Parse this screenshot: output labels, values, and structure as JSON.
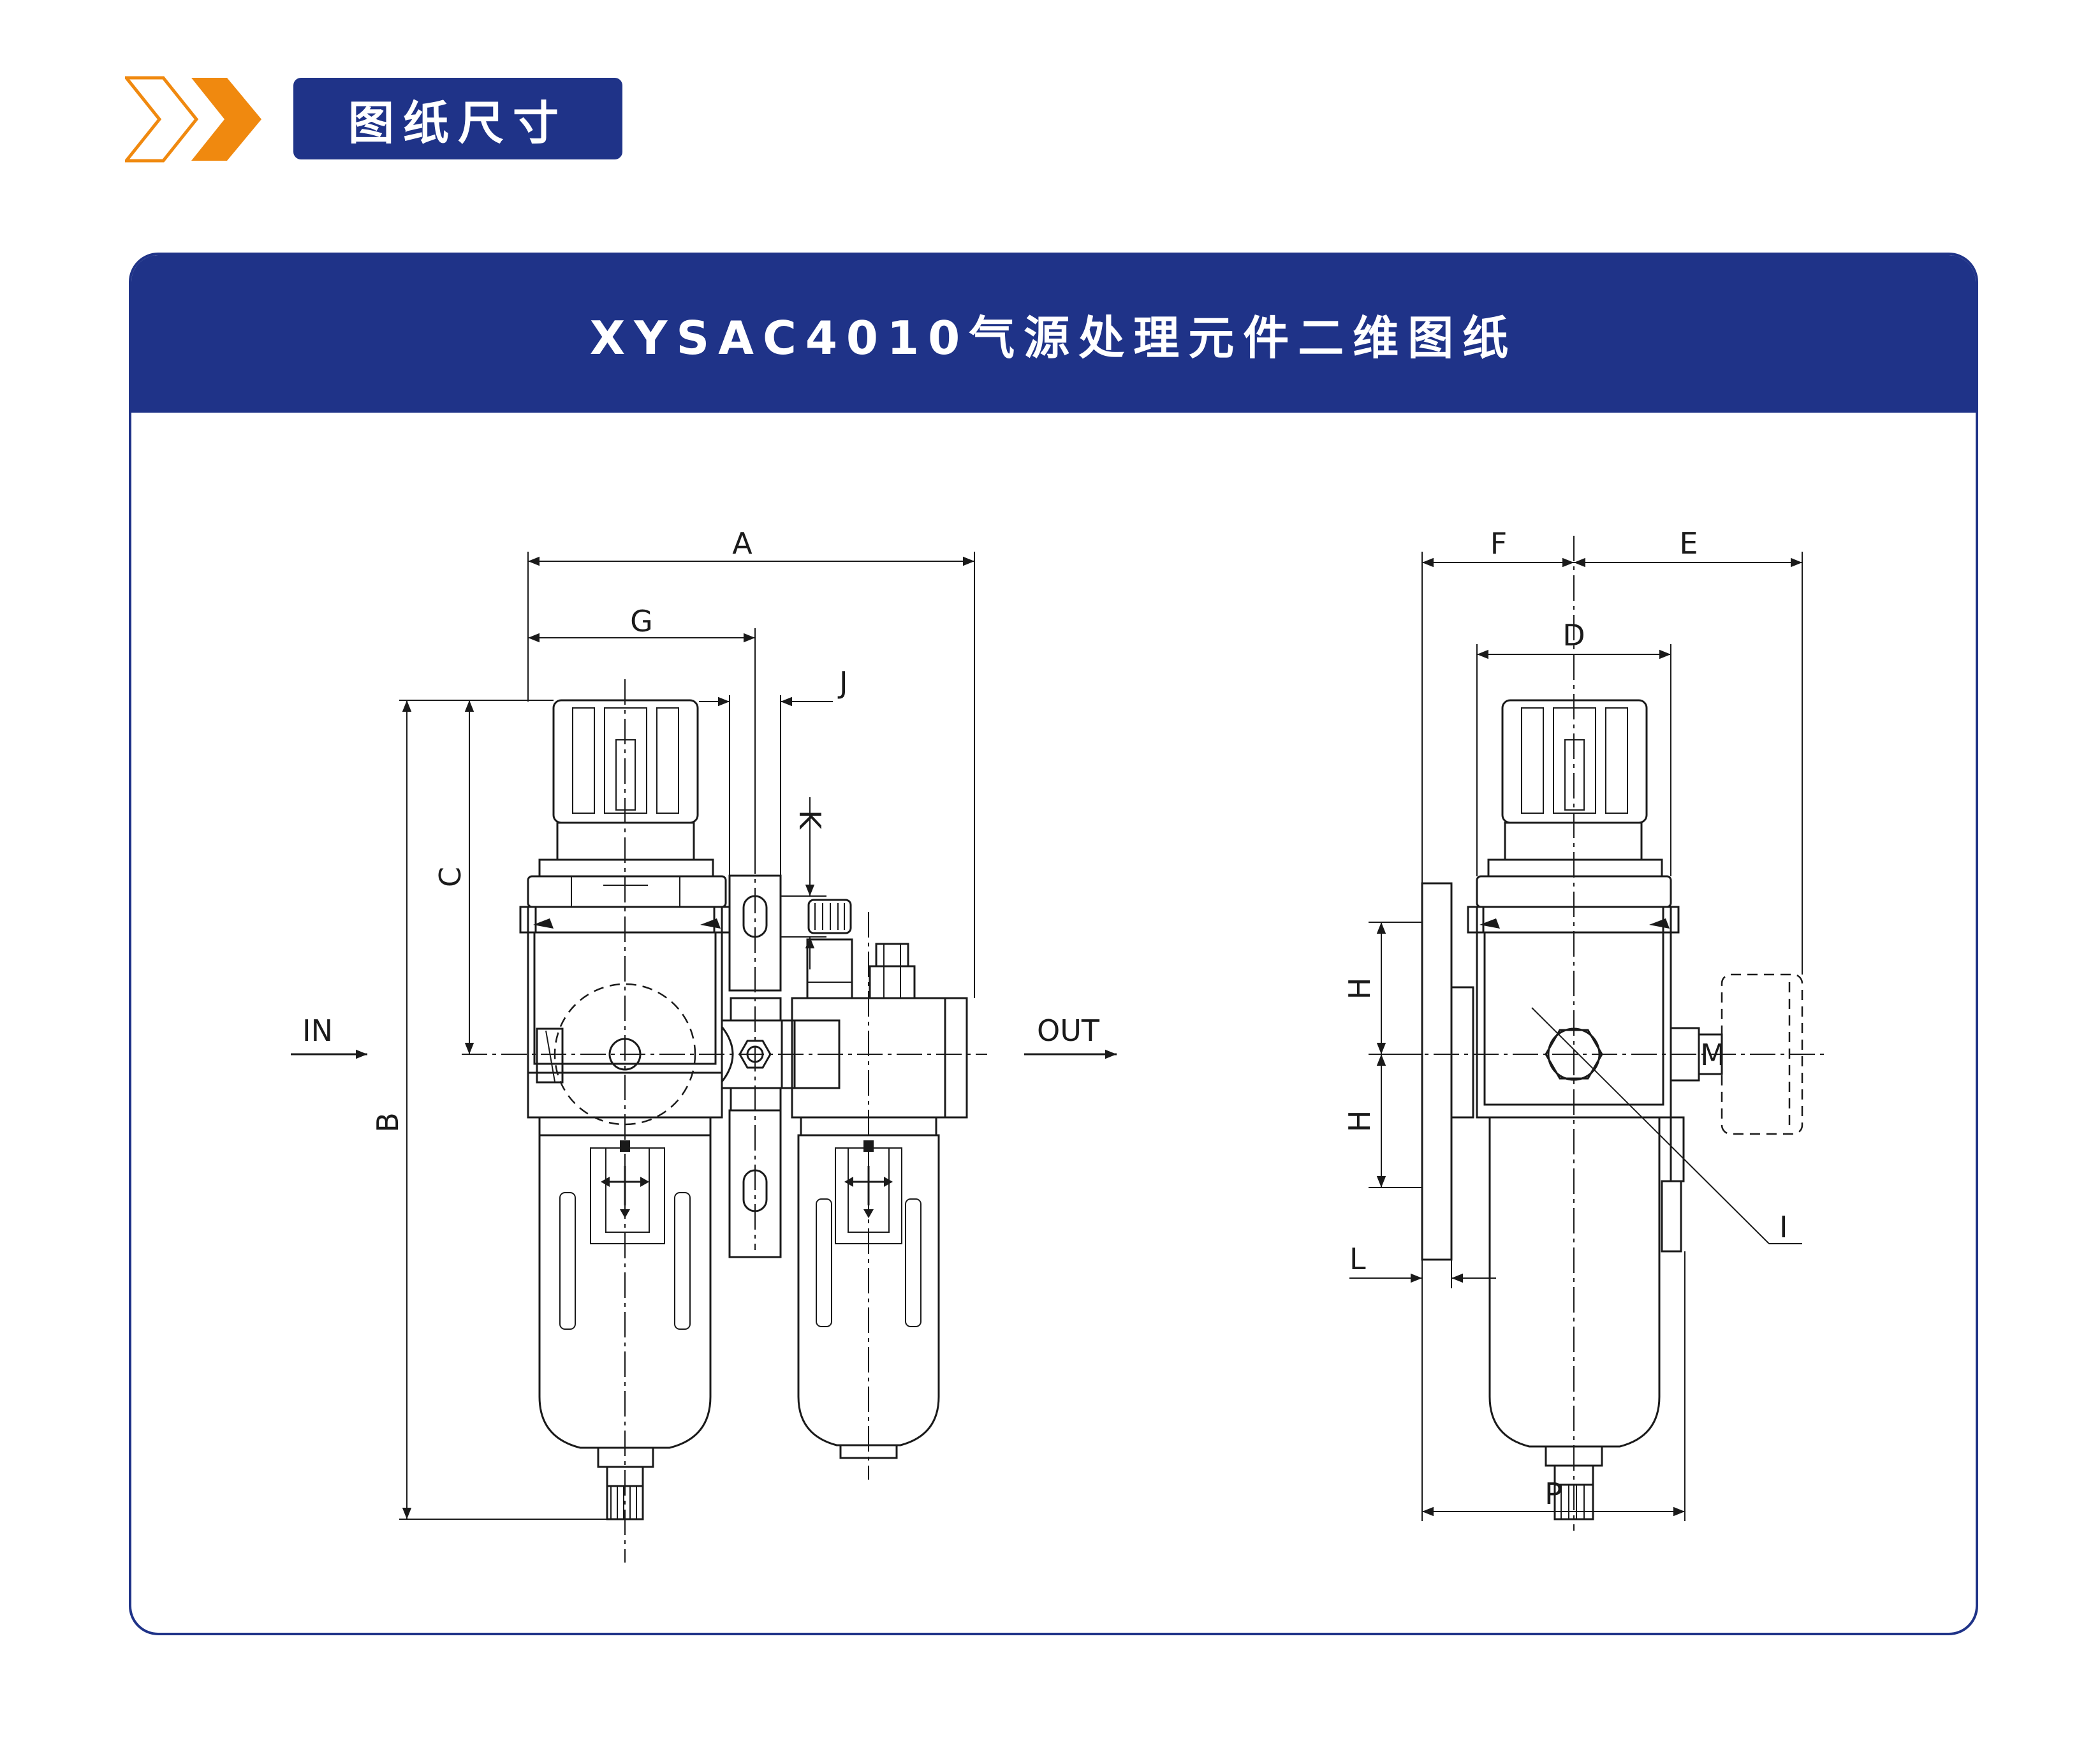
{
  "section_tag": {
    "label": "图纸尺寸",
    "icon": "double-chevron-icon"
  },
  "panel": {
    "title": "XYSAC4010气源处理元件二维图纸"
  },
  "colors": {
    "primary": "#1f3388",
    "accent": "#f0890f",
    "line": "#1a1a1a"
  },
  "front_view": {
    "dims": {
      "A": "A",
      "B": "B",
      "C": "C",
      "G": "G",
      "J": "J",
      "K": "K"
    },
    "ports": {
      "in": "IN",
      "out": "OUT"
    }
  },
  "side_view": {
    "dims": {
      "D": "D",
      "E": "E",
      "F": "F",
      "H1": "H",
      "H2": "H",
      "I": "I",
      "L": "L",
      "M": "M",
      "P": "P"
    }
  }
}
